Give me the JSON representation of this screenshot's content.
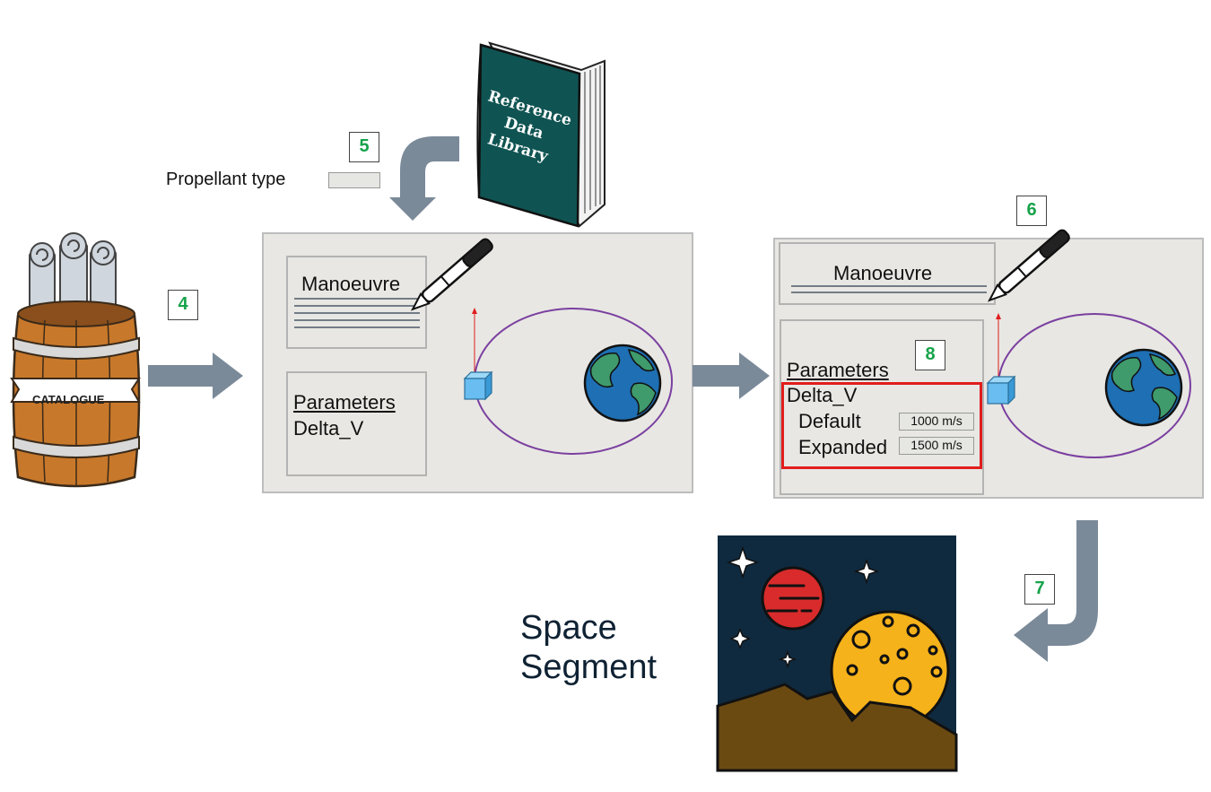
{
  "steps": {
    "s4": "4",
    "s5": "5",
    "s6": "6",
    "s7": "7",
    "s8": "8"
  },
  "catalogue": {
    "label": "CATALOGUE"
  },
  "book": {
    "line1": "Reference",
    "line2": "Data",
    "line3": "Library"
  },
  "propellant": {
    "label": "Propellant type"
  },
  "panel1": {
    "manoeuvre": "Manoeuvre",
    "parameters": "Parameters",
    "delta_v": "Delta_V"
  },
  "panel2": {
    "manoeuvre": "Manoeuvre",
    "parameters": "Parameters",
    "delta_v": "Delta_V",
    "default_label": "Default",
    "default_value": "1000 m/s",
    "expanded_label": "Expanded",
    "expanded_value": "1500 m/s"
  },
  "space_segment": {
    "line1": "Space",
    "line2": "Segment"
  },
  "colors": {
    "step_text": "#16a34a",
    "arrow": "#7b8a99",
    "orbit": "#7a3fa0",
    "highlight": "#e11d1d",
    "book": "#0f5452",
    "barrel": "#c8782a",
    "space_bg": "#0f2a3f",
    "moon": "#f6b21a",
    "mars": "#d92b2b",
    "ground": "#6b4a12"
  },
  "icons": [
    "catalogue-barrel-icon",
    "book-icon",
    "pen-icon",
    "earth-icon",
    "satellite-cube-icon",
    "space-scene-icon"
  ]
}
